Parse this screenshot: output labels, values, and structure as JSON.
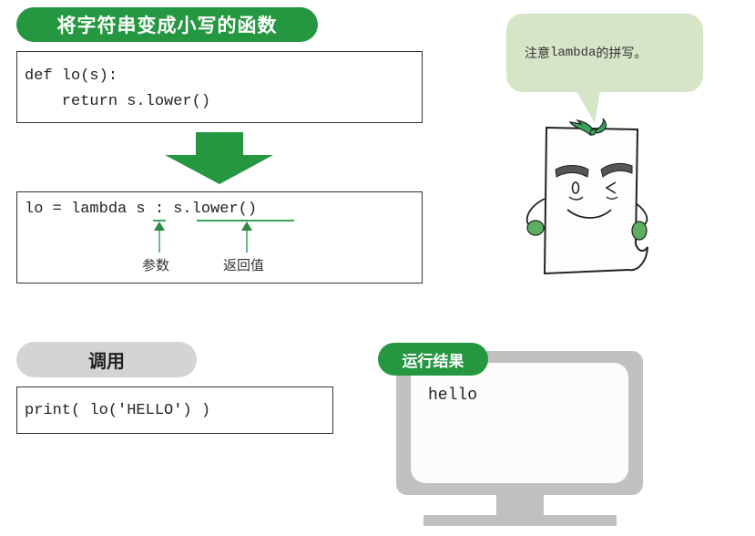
{
  "title": "将字符串变成小写的函数",
  "def_code": {
    "lines": [
      "def lo(s):",
      "    return s.lower()"
    ]
  },
  "lambda_code": {
    "prefix": "lo = lambda ",
    "param": "s",
    "sep": " : ",
    "body": "s.lower()",
    "annotations": {
      "param_label": "参数",
      "return_label": "返回值"
    }
  },
  "call_section": {
    "label": "调用",
    "code": "print( lo('HELLO') )"
  },
  "result_section": {
    "label": "运行结果",
    "output": "hello"
  },
  "speech_bubble": {
    "pre": "注意",
    "mono": "lambda",
    "post": "的拼写。"
  },
  "colors": {
    "accent_green": "#259740",
    "bubble_green": "#d6e5c8",
    "gray_pill": "#d4d4d4",
    "monitor_gray": "#c0c0c0"
  }
}
